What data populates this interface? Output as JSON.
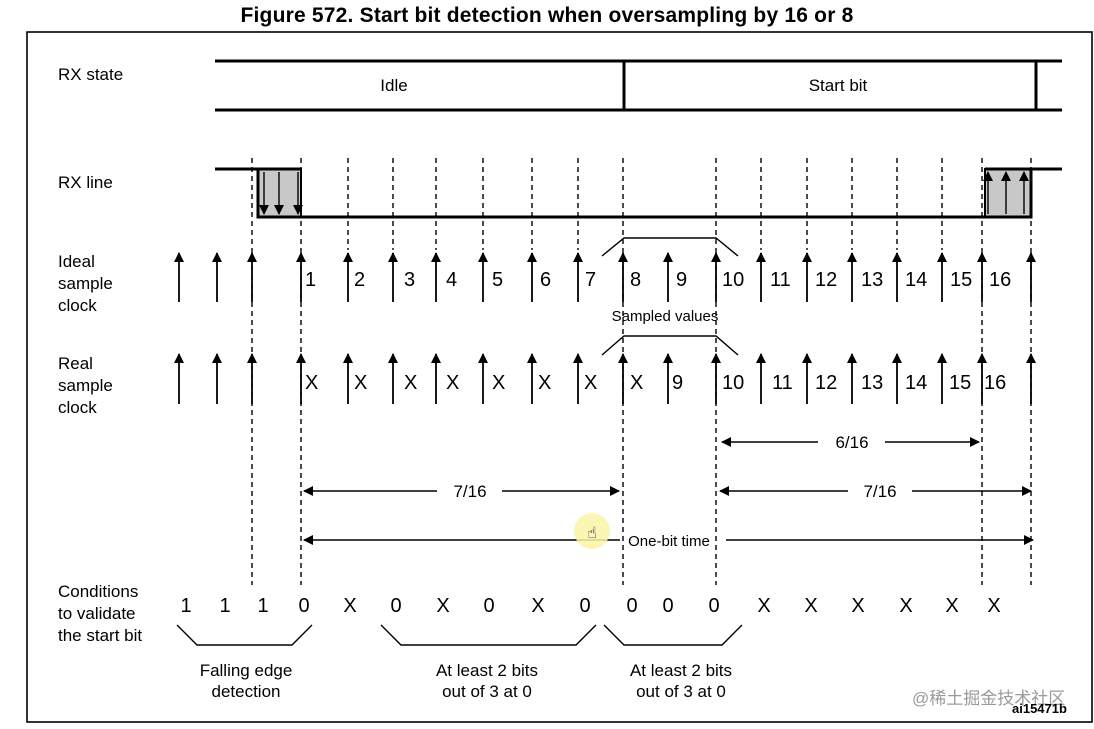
{
  "title": "Figure 572. Start bit detection when oversampling by 16 or 8",
  "row_labels": {
    "rx_state": "RX state",
    "rx_line": "RX line",
    "ideal_clock": [
      "Ideal",
      "sample",
      "clock"
    ],
    "real_clock": [
      "Real",
      "sample",
      "clock"
    ],
    "conditions": [
      "Conditions",
      "to validate",
      "the start bit"
    ]
  },
  "rx_state": {
    "idle": "Idle",
    "start_bit": "Start bit"
  },
  "ideal_sample_labels": [
    "1",
    "2",
    "3",
    "4",
    "5",
    "6",
    "7",
    "8",
    "9",
    "10",
    "11",
    "12",
    "13",
    "14",
    "15",
    "16"
  ],
  "real_sample_labels": [
    "X",
    "X",
    "X",
    "X",
    "X",
    "X",
    "X",
    "X",
    "9",
    "10",
    "11",
    "12",
    "13",
    "14",
    "15",
    "16"
  ],
  "sampled_values_label": "Sampled values",
  "measurements": {
    "six_sixteenths": "6/16",
    "seven_sixteenths_left": "7/16",
    "seven_sixteenths_right": "7/16",
    "one_bit_time": "One-bit time"
  },
  "conditions_values": [
    "1",
    "1",
    "1",
    "0",
    "X",
    "0",
    "X",
    "0",
    "X",
    "0",
    "0",
    "0",
    "0",
    "X",
    "X",
    "X",
    "X",
    "X",
    "X"
  ],
  "condition_groups": {
    "falling_edge": [
      "Falling edge",
      "detection"
    ],
    "first_majority": [
      "At least 2 bits",
      "out of 3 at 0"
    ],
    "second_majority": [
      "At least 2 bits",
      "out of 3 at 0"
    ]
  },
  "figure_id": "ai15471b",
  "watermark": "@稀土掘金技术社区"
}
